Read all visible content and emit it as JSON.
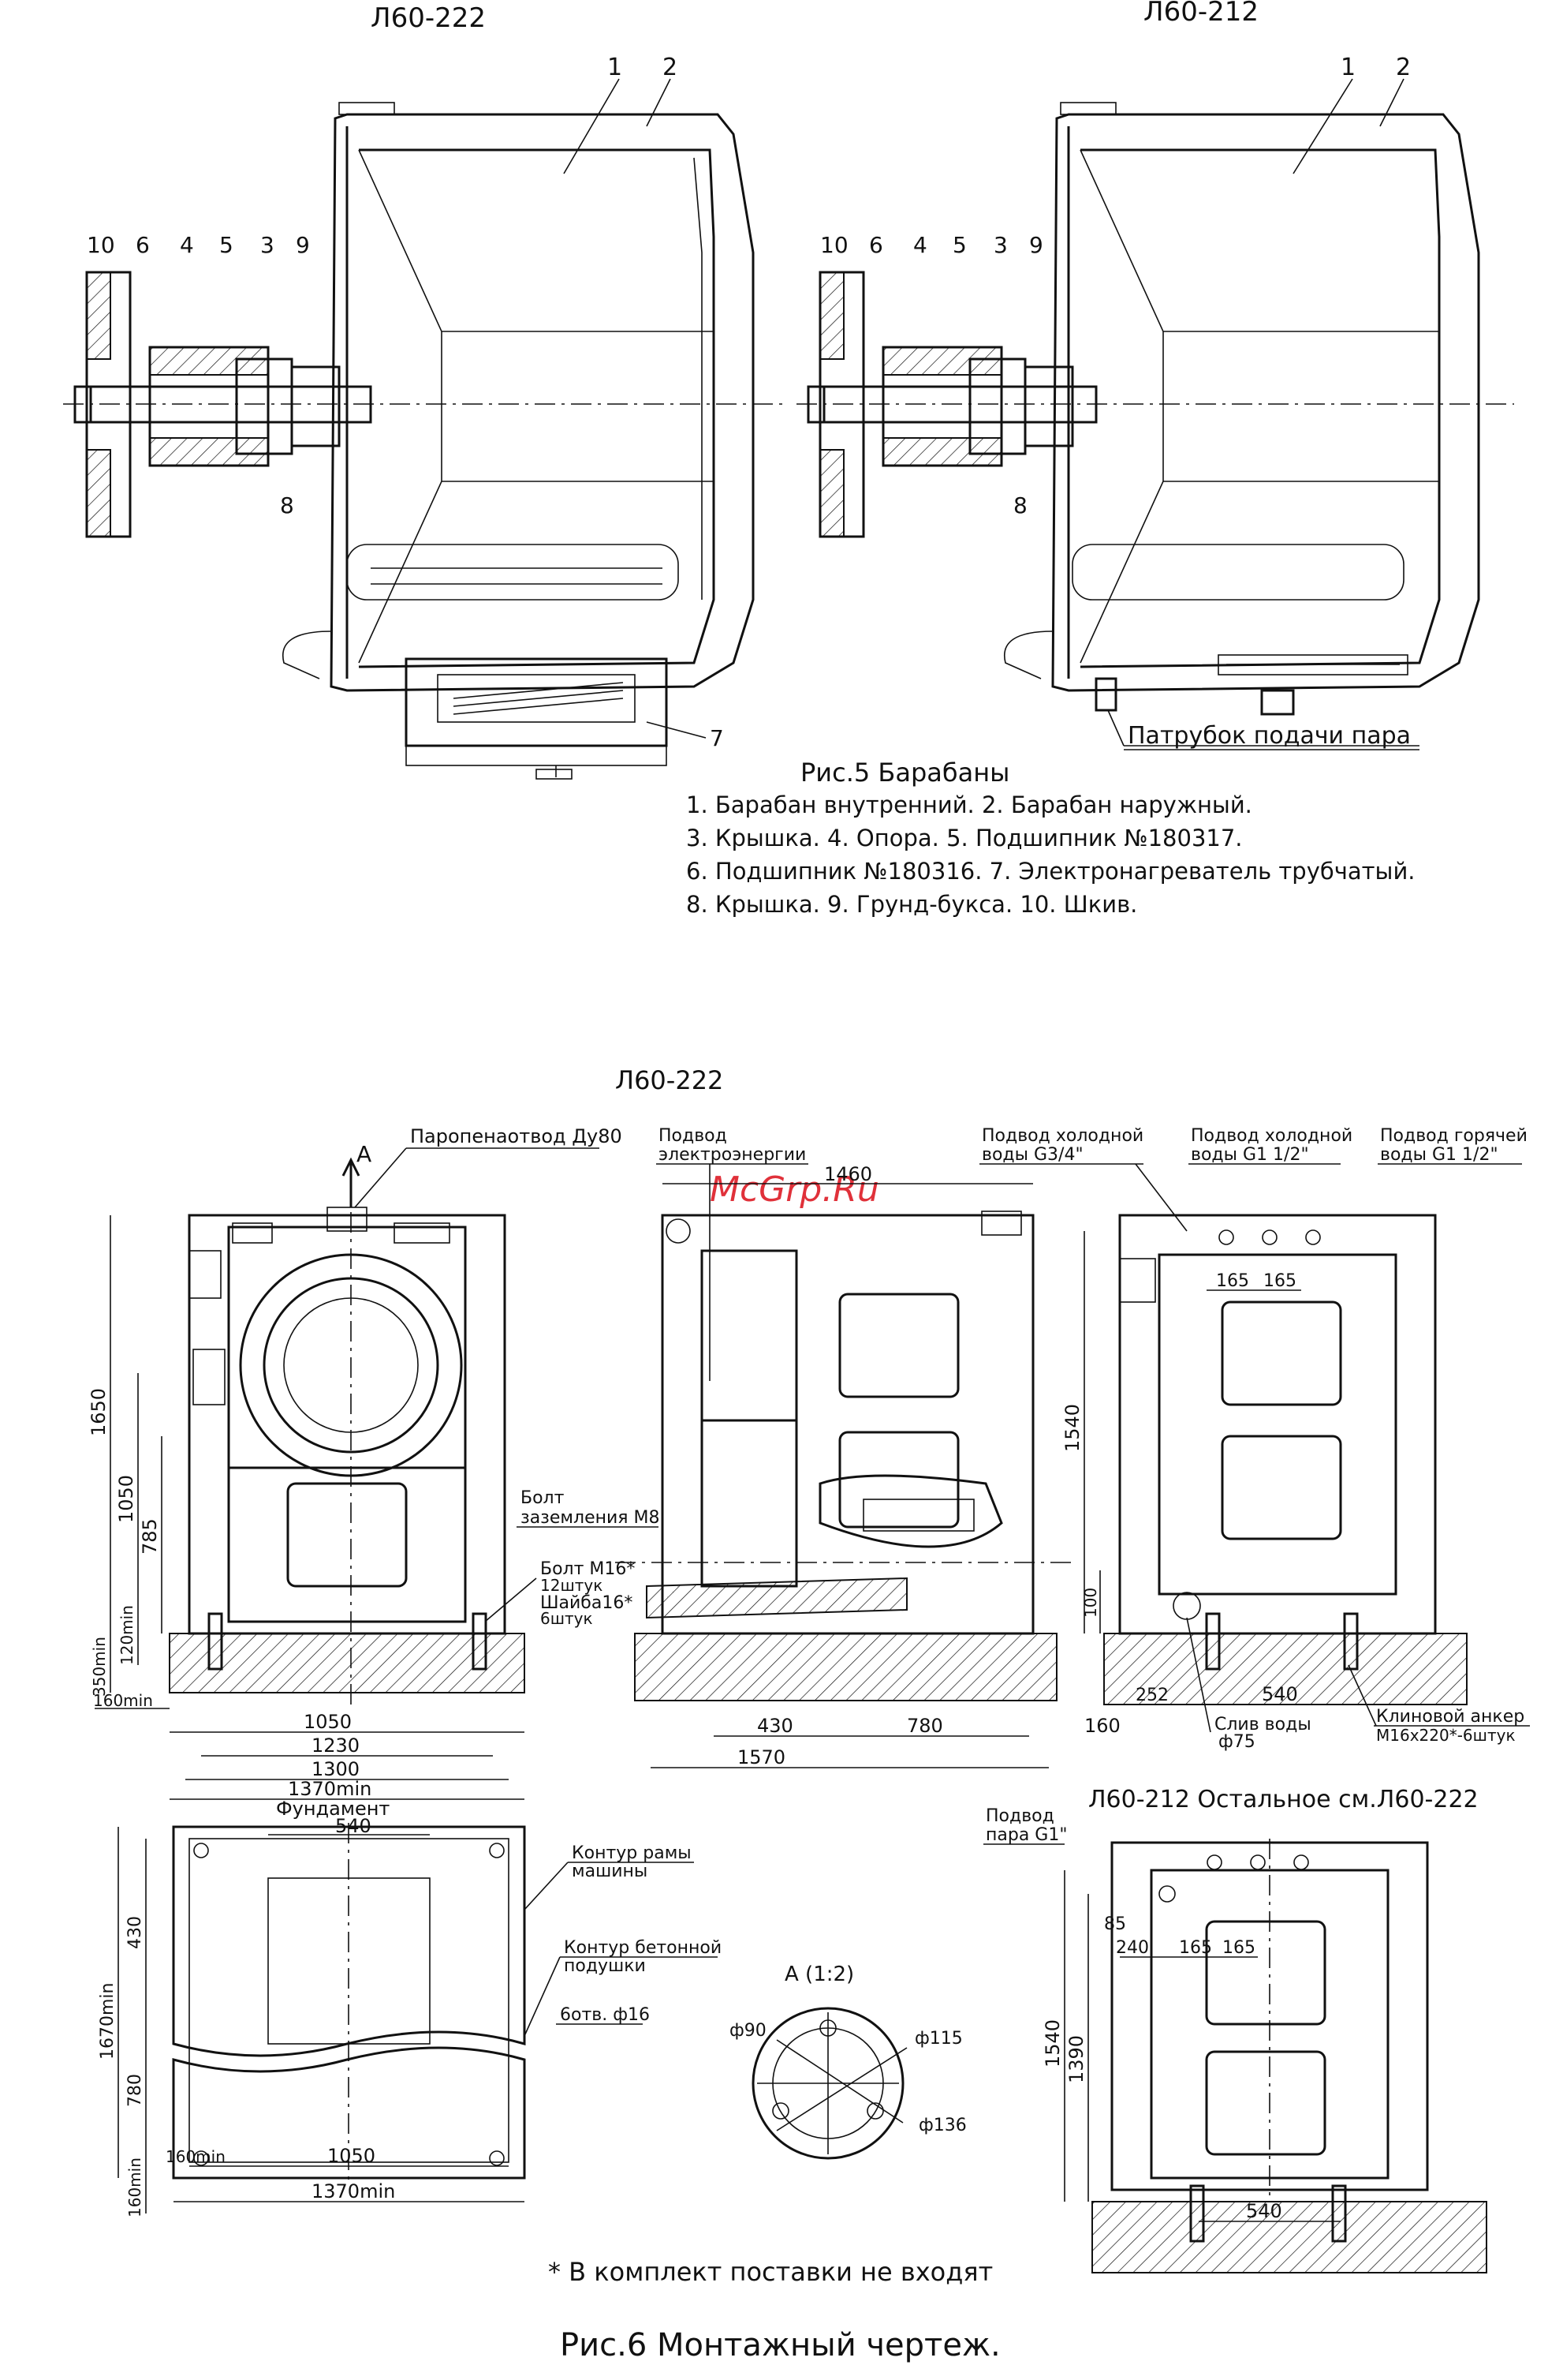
{
  "fig5": {
    "label_left": "Л60-222",
    "label_right": "Л60-212",
    "callouts": [
      "1",
      "2",
      "10",
      "6",
      "4",
      "5",
      "3",
      "9",
      "8",
      "7"
    ],
    "steam_pipe": "Патрубок подачи пара",
    "caption_title": "Рис.5    Барабаны",
    "legend": [
      "1. Барабан внутренний. 2. Барабан наружный.",
      "3. Крышка. 4. Опора.  5. Подшипник №180317.",
      "6. Подшипник №180316. 7. Электронагреватель трубчатый.",
      "8. Крышка. 9. Грунд-букса.  10. Шкив."
    ]
  },
  "fig6": {
    "model_label": "Л60-222",
    "view_A": "А",
    "steam_drain": "Паропенаотвод Ду80",
    "power_supply_1": "Подвод",
    "power_supply_2": "электроэнергии",
    "cold_water_1_l1": "Подвод холодной",
    "cold_water_1_l2": "воды G3/4\"",
    "cold_water_2_l1": "Подвод холодной",
    "cold_water_2_l2": "воды G1 1/2\"",
    "hot_water_l1": "Подвод горячей",
    "hot_water_l2": "воды G1 1/2\"",
    "ground_bolt_l1": "Болт",
    "ground_bolt_l2": "заземления М8",
    "bolt_l1": "Болт М16*",
    "bolt_l2": "12штук",
    "washer_l1": "Шайба16*",
    "washer_l2": "6штук",
    "wedge_anchor_l1": "Клиновой анкер",
    "wedge_anchor_l2": "М16х220*-6штук",
    "drain_l1": "Слив воды",
    "drain_l2": "ф75",
    "other_note": "Л60-212 Остальное см.Л60-222",
    "foundation": "Фундамент",
    "frame_contour_l1": "Контур рамы",
    "frame_contour_l2": "машины",
    "concrete_contour_l1": "Контур бетонной",
    "concrete_contour_l2": "подушки",
    "holes": "6отв. ф16",
    "detail_A": "А  (1:2)",
    "steam_supply_l1": "Подвод",
    "steam_supply_l2": "пара G1\"",
    "note": "* В комплект поставки не входят",
    "caption": "Рис.6 Монтажный чертеж.",
    "watermark": "McGrp.Ru",
    "dims_front": {
      "h1650": "1650",
      "h1050": "1050",
      "h785": "785",
      "h350": "350min",
      "h120": "120min",
      "w1050": "1050",
      "w1230": "1230",
      "w1300": "1300",
      "w1370": "1370min",
      "w160": "160min"
    },
    "dims_side": {
      "w1460": "1460",
      "w430": "430",
      "w780": "780",
      "w1570": "1570",
      "w160": "160"
    },
    "dims_rear": {
      "h1540": "1540",
      "h100": "100",
      "w165a": "165",
      "w165b": "165",
      "w252": "252",
      "w540": "540"
    },
    "dims_found": {
      "w540": "540",
      "h1670": "1670min",
      "h430": "430",
      "h780": "780",
      "h160": "160min",
      "w160": "160min",
      "w1050": "1050",
      "w1370": "1370min"
    },
    "dims_detail": {
      "d90": "ф90",
      "d115": "ф115",
      "d136": "ф136"
    },
    "dims_212": {
      "h85": "85",
      "w240": "240",
      "w165a": "165",
      "w165b": "165",
      "h1540": "1540",
      "h1390": "1390",
      "w540": "540"
    }
  }
}
